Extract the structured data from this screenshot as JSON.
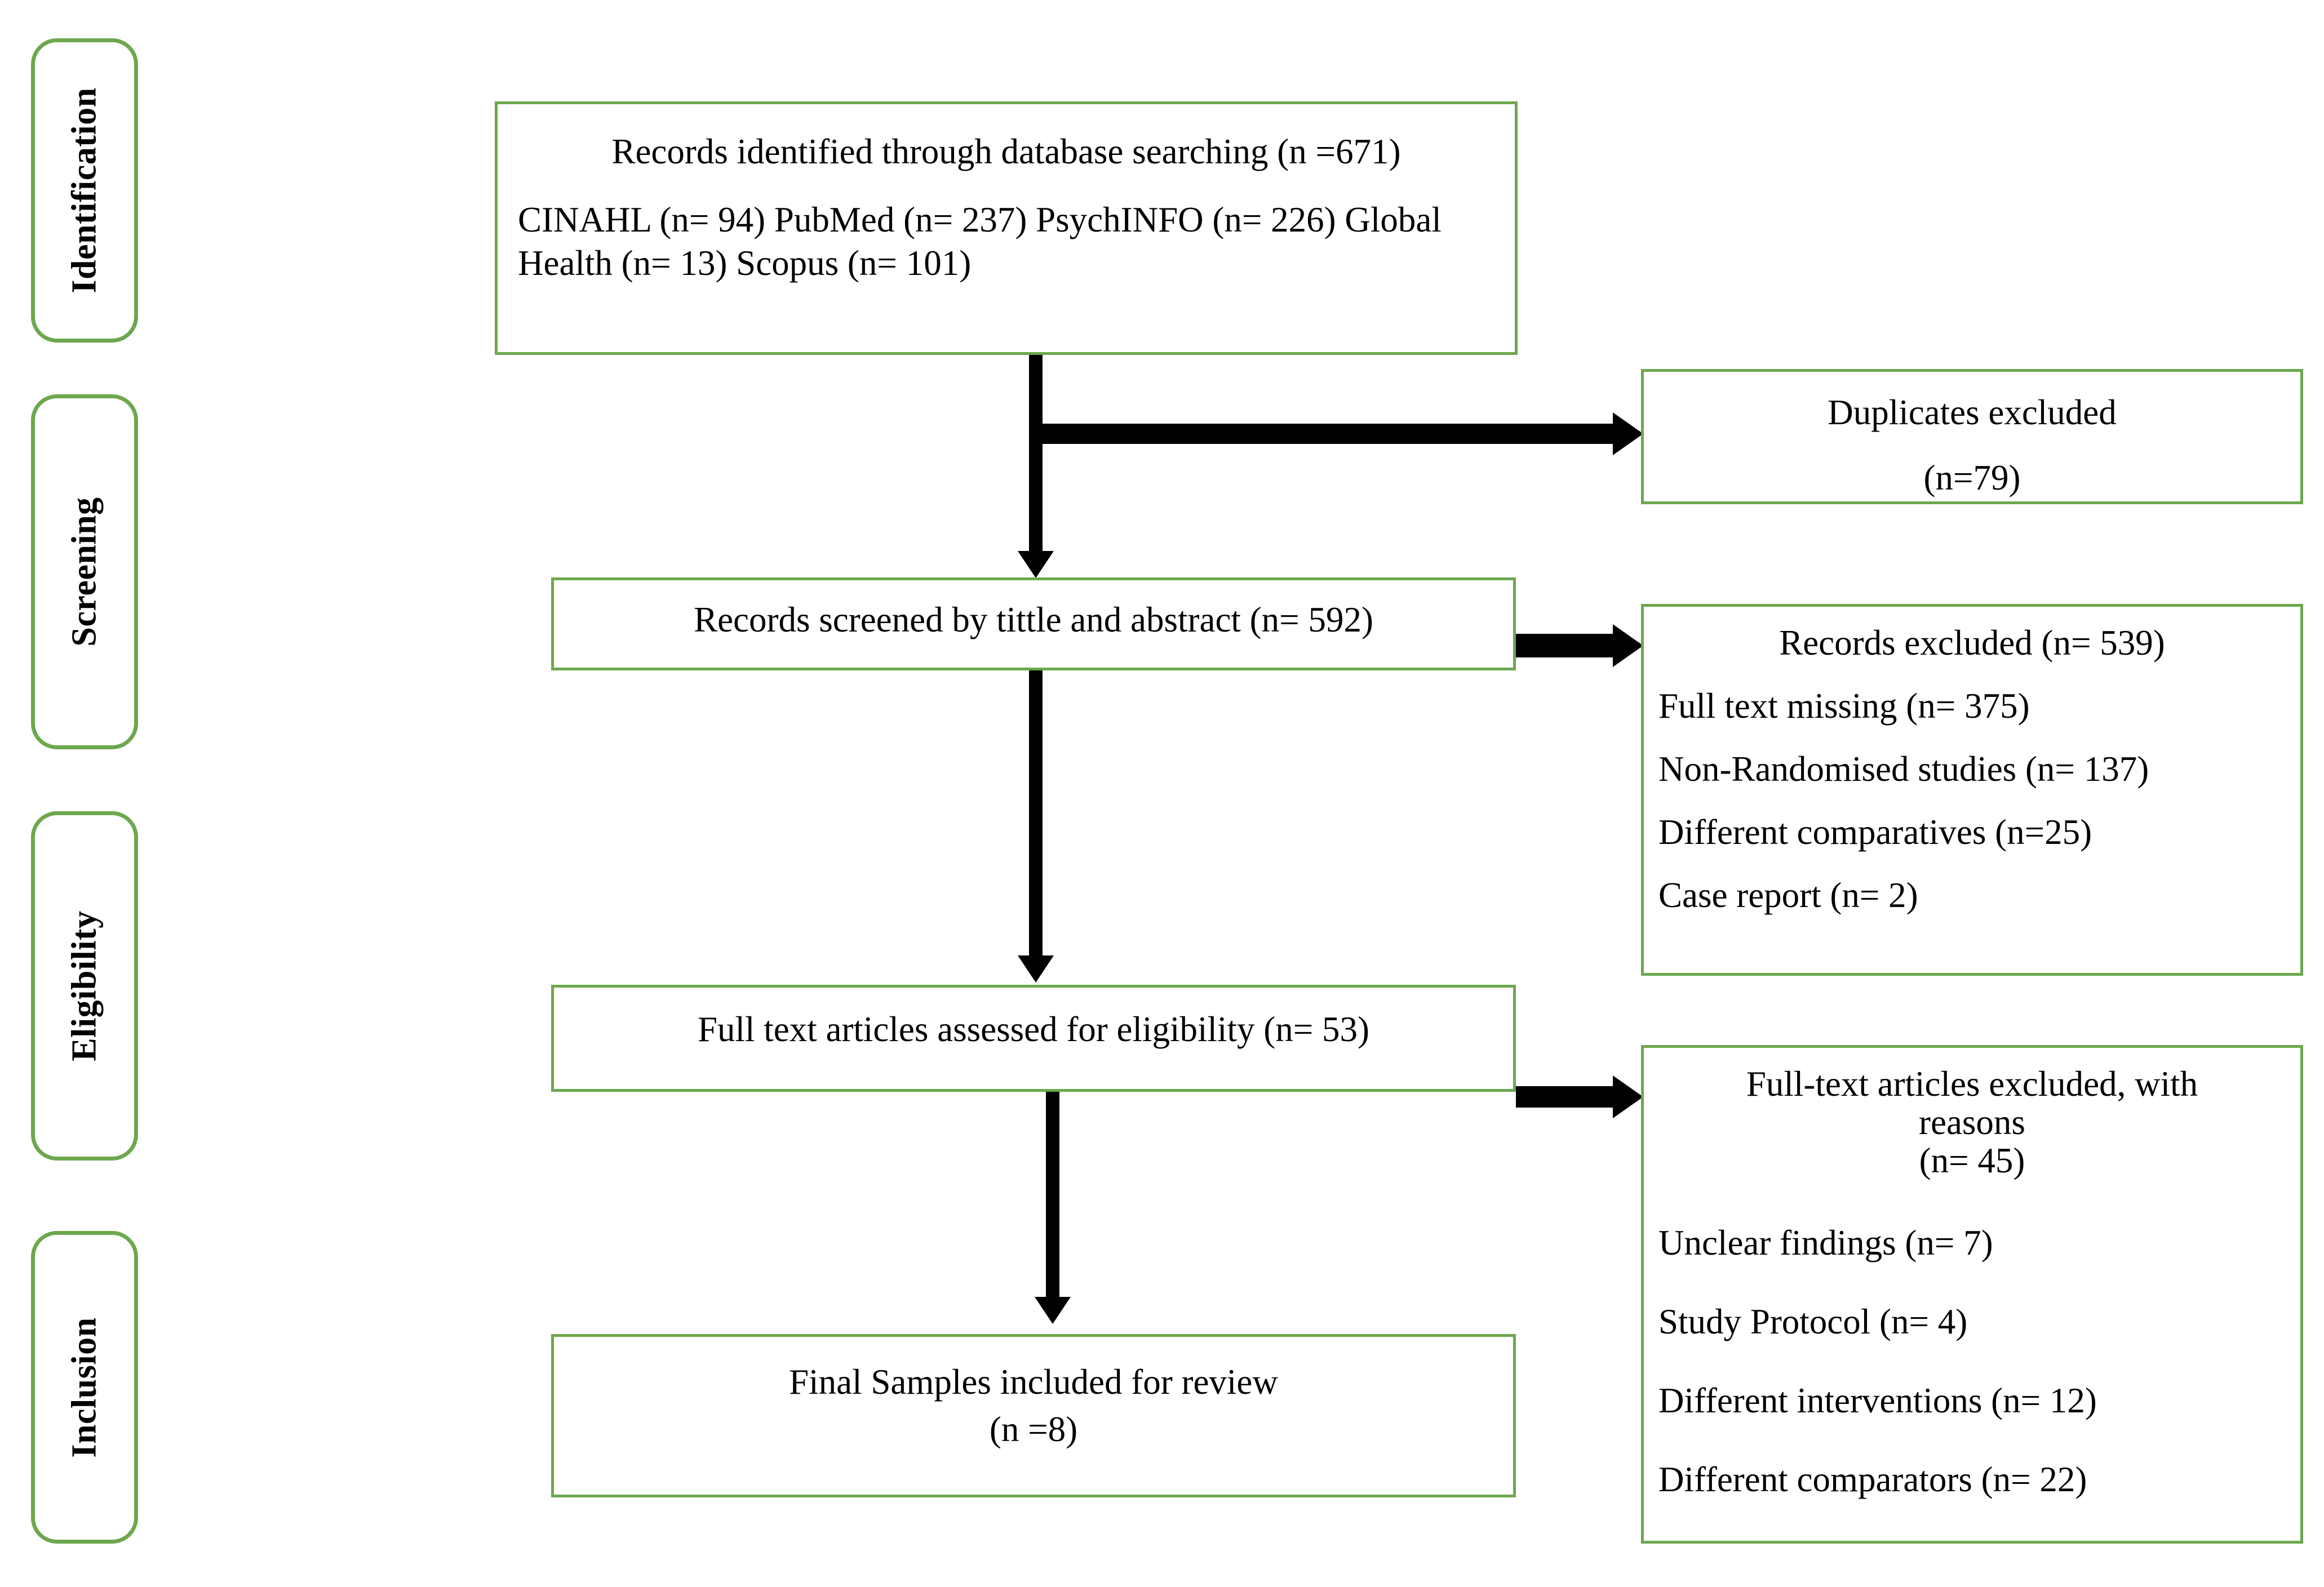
{
  "diagram": {
    "title": "PRISMA flow diagram",
    "accent_color": "#6DA74E",
    "connector_color": "#000000",
    "background_color": "#FFFFFF"
  },
  "stages": [
    {
      "label": "Identification"
    },
    {
      "label": "Screening"
    },
    {
      "label": "Eligibility"
    },
    {
      "label": "Inclusion"
    }
  ],
  "boxes": {
    "identified": {
      "title": "Records identified through database searching (n =671)",
      "body": "CINAHL (n= 94) PubMed (n= 237) PsychINFO (n= 226) Global Health (n= 13) Scopus (n= 101)"
    },
    "duplicates": {
      "line1": "Duplicates excluded",
      "line2": "(n=79)"
    },
    "screened": {
      "title": "Records screened by tittle and abstract (n= 592)"
    },
    "records_excluded": {
      "title": "Records excluded (n= 539)",
      "reasons": [
        "Full text missing (n= 375)",
        "Non-Randomised studies (n= 137)",
        "Different comparatives (n=25)",
        "Case report (n= 2)"
      ]
    },
    "eligibility": {
      "title": "Full text articles assessed for eligibility (n= 53)"
    },
    "fulltext_excluded": {
      "title_line1": "Full-text articles excluded, with",
      "title_line2": "reasons",
      "title_line3": "(n= 45)",
      "reasons": [
        "Unclear findings (n= 7)",
        "Study Protocol (n= 4)",
        "Different interventions (n= 12)",
        "Different comparators (n= 22)"
      ]
    },
    "included": {
      "line1": "Final Samples included for review",
      "line2": "(n =8)"
    }
  },
  "chart_data": {
    "type": "diagram",
    "title": "PRISMA flow diagram of study selection",
    "nodes": [
      {
        "id": "identified",
        "stage": "Identification",
        "label": "Records identified through database searching",
        "n": 671
      },
      {
        "id": "cinahl",
        "stage": "Identification",
        "label": "CINAHL",
        "n": 94
      },
      {
        "id": "pubmed",
        "stage": "Identification",
        "label": "PubMed",
        "n": 237
      },
      {
        "id": "psychinfo",
        "stage": "Identification",
        "label": "PsychINFO",
        "n": 226
      },
      {
        "id": "globalhealth",
        "stage": "Identification",
        "label": "Global Health",
        "n": 13
      },
      {
        "id": "scopus",
        "stage": "Identification",
        "label": "Scopus",
        "n": 101
      },
      {
        "id": "duplicates",
        "stage": "Screening",
        "label": "Duplicates excluded",
        "n": 79
      },
      {
        "id": "screened",
        "stage": "Screening",
        "label": "Records screened by tittle and abstract",
        "n": 592
      },
      {
        "id": "records_excluded",
        "stage": "Screening",
        "label": "Records excluded",
        "n": 539
      },
      {
        "id": "full_text_missing",
        "stage": "Screening",
        "label": "Full text missing",
        "n": 375
      },
      {
        "id": "non_randomised",
        "stage": "Screening",
        "label": "Non-Randomised studies",
        "n": 137
      },
      {
        "id": "diff_comparatives",
        "stage": "Screening",
        "label": "Different comparatives",
        "n": 25
      },
      {
        "id": "case_report",
        "stage": "Screening",
        "label": "Case report",
        "n": 2
      },
      {
        "id": "eligibility",
        "stage": "Eligibility",
        "label": "Full text articles assessed for eligibility",
        "n": 53
      },
      {
        "id": "fulltext_excluded",
        "stage": "Eligibility",
        "label": "Full-text articles excluded, with reasons",
        "n": 45
      },
      {
        "id": "unclear_findings",
        "stage": "Eligibility",
        "label": "Unclear findings",
        "n": 7
      },
      {
        "id": "study_protocol",
        "stage": "Eligibility",
        "label": "Study Protocol",
        "n": 4
      },
      {
        "id": "diff_interventions",
        "stage": "Eligibility",
        "label": "Different interventions",
        "n": 12
      },
      {
        "id": "diff_comparators",
        "stage": "Eligibility",
        "label": "Different comparators",
        "n": 22
      },
      {
        "id": "included",
        "stage": "Inclusion",
        "label": "Final Samples included for review",
        "n": 8
      }
    ],
    "edges": [
      {
        "from": "identified",
        "to": "duplicates",
        "direction": "right"
      },
      {
        "from": "identified",
        "to": "screened",
        "direction": "down"
      },
      {
        "from": "screened",
        "to": "records_excluded",
        "direction": "right"
      },
      {
        "from": "screened",
        "to": "eligibility",
        "direction": "down"
      },
      {
        "from": "eligibility",
        "to": "fulltext_excluded",
        "direction": "right"
      },
      {
        "from": "eligibility",
        "to": "included",
        "direction": "down"
      }
    ]
  }
}
